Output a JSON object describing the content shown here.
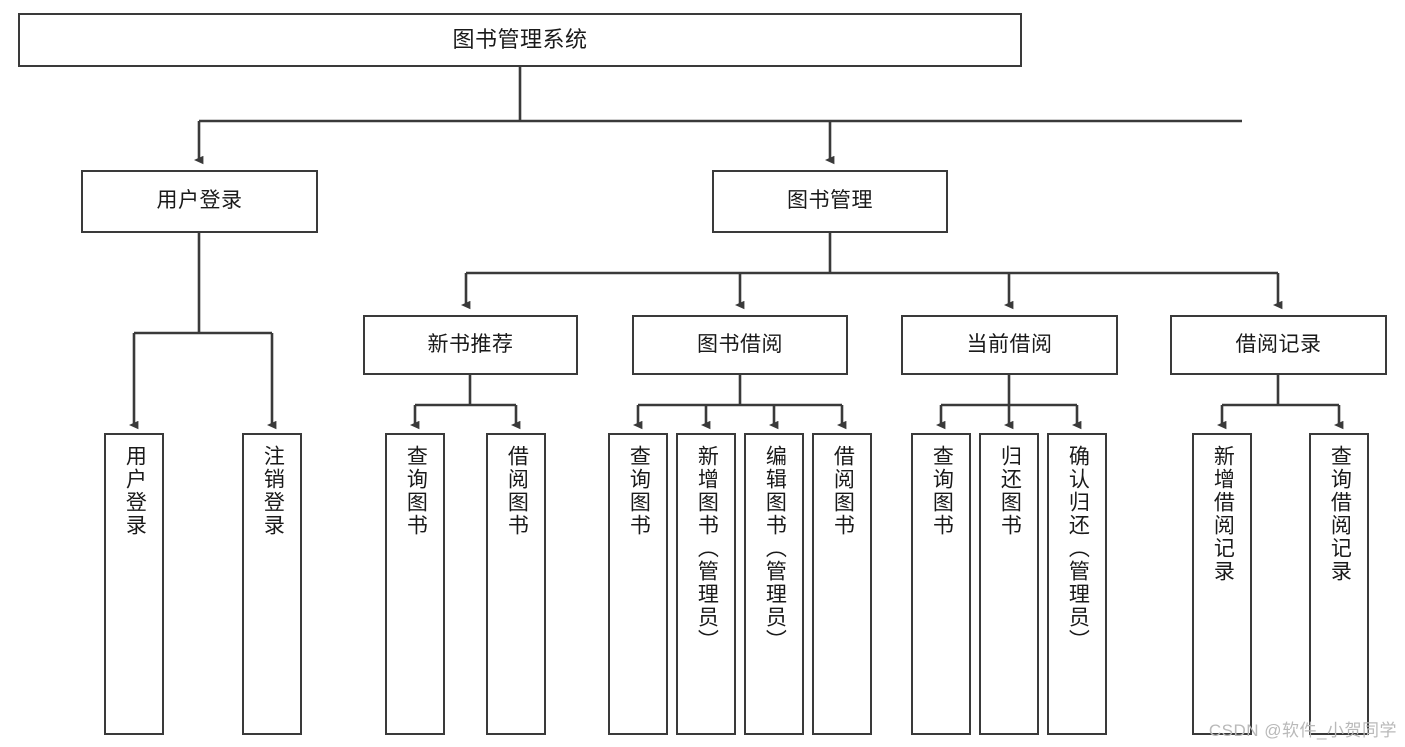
{
  "diagram": {
    "title": "图书管理系统",
    "watermark": "CSDN @软件_小贺同学",
    "stroke_color": "#3a3a3a",
    "background_color": "#ffffff",
    "text_color": "#1a1a1a",
    "watermark_color": "#b9b9b9"
  },
  "nodes": {
    "root": {
      "label": "图书管理系统"
    },
    "level2": [
      {
        "label": "用户登录"
      },
      {
        "label": "图书管理"
      }
    ],
    "level3": [
      {
        "label": "新书推荐"
      },
      {
        "label": "图书借阅"
      },
      {
        "label": "当前借阅"
      },
      {
        "label": "借阅记录"
      }
    ],
    "login_children": [
      {
        "label": "用户登录"
      },
      {
        "label": "注销登录"
      }
    ],
    "recommend_children": [
      {
        "label": "查询图书"
      },
      {
        "label": "借阅图书"
      }
    ],
    "borrow_children": [
      {
        "label": "查询图书"
      },
      {
        "label": "新增图书（管理员）"
      },
      {
        "label": "编辑图书（管理员）"
      },
      {
        "label": "借阅图书"
      }
    ],
    "current_children": [
      {
        "label": "查询图书"
      },
      {
        "label": "归还图书"
      },
      {
        "label": "确认归还（管理员）"
      }
    ],
    "record_children": [
      {
        "label": "新增借阅记录"
      },
      {
        "label": "查询借阅记录"
      }
    ]
  }
}
